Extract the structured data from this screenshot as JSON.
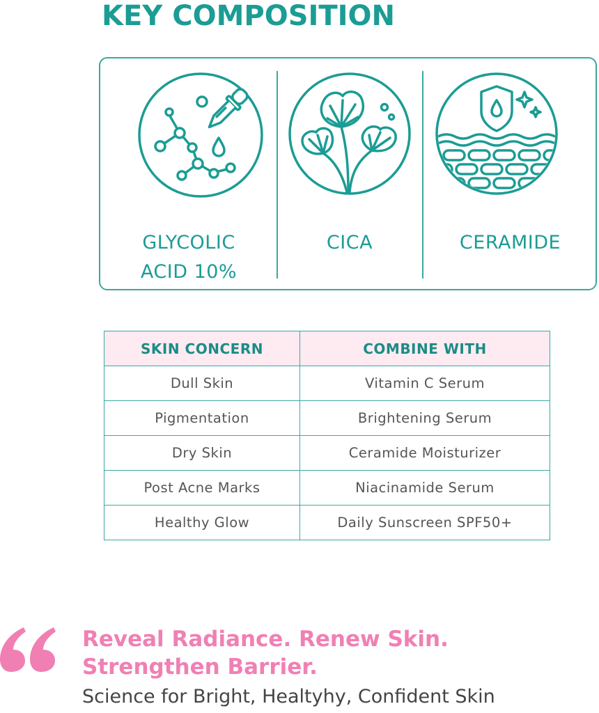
{
  "heading": "KEY COMPOSITION",
  "composition": {
    "items": [
      {
        "label_line1": "GLYCOLIC",
        "label_line2": "ACID 10%",
        "icon": "molecule-dropper-icon"
      },
      {
        "label_line1": "CICA",
        "label_line2": "",
        "icon": "cica-plant-icon"
      },
      {
        "label_line1": "CERAMIDE",
        "label_line2": "",
        "icon": "skin-barrier-shield-icon"
      }
    ]
  },
  "table": {
    "headers": [
      "SKIN CONCERN",
      "COMBINE WITH"
    ],
    "rows": [
      [
        "Dull Skin",
        "Vitamin C Serum"
      ],
      [
        "Pigmentation",
        "Brightening Serum"
      ],
      [
        "Dry Skin",
        "Ceramide Moisturizer"
      ],
      [
        "Post Acne Marks",
        "Niacinamide Serum"
      ],
      [
        "Healthy Glow",
        "Daily Sunscreen SPF50+"
      ]
    ]
  },
  "quote": {
    "tagline_line1": "Reveal Radiance. Renew Skin.",
    "tagline_line2": "Strengthen Barrier.",
    "subline": "Science for Bright, Healtyhy, Confident Skin"
  },
  "colors": {
    "teal": "#1b9c94",
    "pink": "#f080b3",
    "header_bg": "#fdebf1"
  }
}
